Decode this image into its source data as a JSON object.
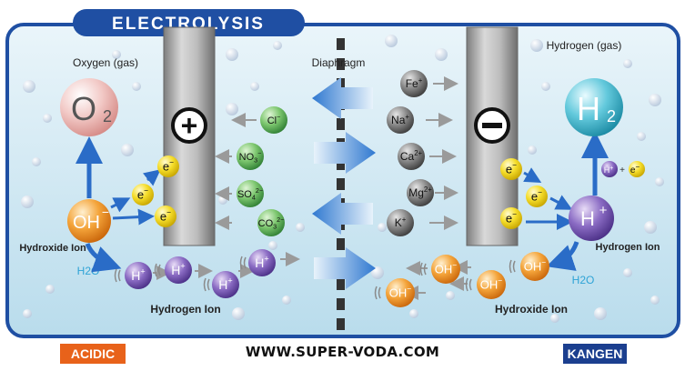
{
  "title": "ELECTROLYSIS",
  "labels": {
    "oxygen_gas": "Oxygen (gas)",
    "hydrogen_gas": "Hydrogen (gas)",
    "diaphragm": "Diaphragm",
    "hydroxide_ion_left": "Hydroxide Ion",
    "hydroxide_ion_right": "Hydroxide Ion",
    "hydrogen_ion_left": "Hydrogen Ion",
    "hydrogen_ion_right": "Hydrogen Ion",
    "h2o_left": "H2O",
    "h2o_right": "H2O"
  },
  "molecules": {
    "o2": {
      "base": "O",
      "sub": "2"
    },
    "h2": {
      "base": "H",
      "sub": "2"
    },
    "oh": {
      "base": "OH",
      "sup": "−"
    },
    "h_plus_big": {
      "base": "H",
      "sup": "+"
    }
  },
  "electrodes": {
    "anode_symbol": "+",
    "cathode_symbol": "−"
  },
  "electron": {
    "base": "e",
    "sup": "−"
  },
  "h_pair": {
    "plus": "+"
  },
  "anions": [
    {
      "base": "Cl",
      "sub": "",
      "sup": "−"
    },
    {
      "base": "NO",
      "sub": "3",
      "sup": "−"
    },
    {
      "base": "SO",
      "sub": "4",
      "sup": "2−"
    },
    {
      "base": "CO",
      "sub": "3",
      "sup": "2−"
    }
  ],
  "cations": [
    {
      "base": "Fe",
      "sup": "+"
    },
    {
      "base": "Na",
      "sup": "+"
    },
    {
      "base": "Ca",
      "sup": "2+"
    },
    {
      "base": "Mg",
      "sup": "2+"
    },
    {
      "base": "K",
      "sup": "+"
    }
  ],
  "h_ion": {
    "base": "H",
    "sup": "+"
  },
  "oh_ion": {
    "base": "OH",
    "sup": "−"
  },
  "footer": {
    "website": "WWW.SUPER-VODA.COM",
    "acidic": "ACIDIC",
    "kangen": "KANGEN"
  },
  "colors": {
    "frame": "#1f4fa3",
    "water_top": "#e6f3f9",
    "water_bottom": "#bfe0ee",
    "electrode": "#9a9a9a",
    "anion_green": "#4fae4f",
    "cation_gray": "#5a5a5a",
    "electron_yellow": "#f2d40f",
    "h_purple": "#6b4aa6",
    "oh_orange": "#ee8a0e",
    "o2_pink": "#e9a8a5",
    "h2_teal": "#38b2c9",
    "arrow_blue": "#2a6cc7",
    "acidic_orange": "#e8621a",
    "kangen_blue": "#1b3f8f"
  }
}
